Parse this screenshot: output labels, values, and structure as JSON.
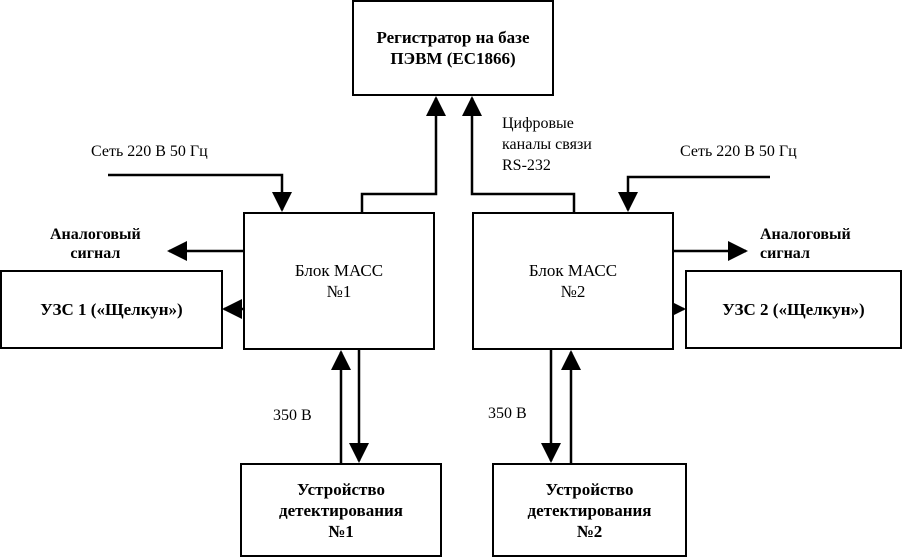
{
  "blocks": {
    "registrar": "Регистратор на базе\nПЭВМ (ЕС1866)",
    "mass1": "Блок МАСС\n№1",
    "mass2": "Блок МАСС\n№2",
    "uzs1": "УЗС 1 («Щелкун»)",
    "uzs2": "УЗС 2 («Щелкун»)",
    "detector1": "Устройство\nдетектирования\n№1",
    "detector2": "Устройство\nдетектирования\n№2"
  },
  "labels": {
    "digital_channels": "Цифровые\nканалы связи\nRS-232",
    "mains_left": "Сеть 220 В 50 Гц",
    "mains_right": "Сеть 220 В 50 Гц",
    "analog_left": "Аналоговый\nсигнал",
    "analog_right": "Аналоговый\nсигнал",
    "voltage_left": "350 В",
    "voltage_right": "350 В"
  }
}
